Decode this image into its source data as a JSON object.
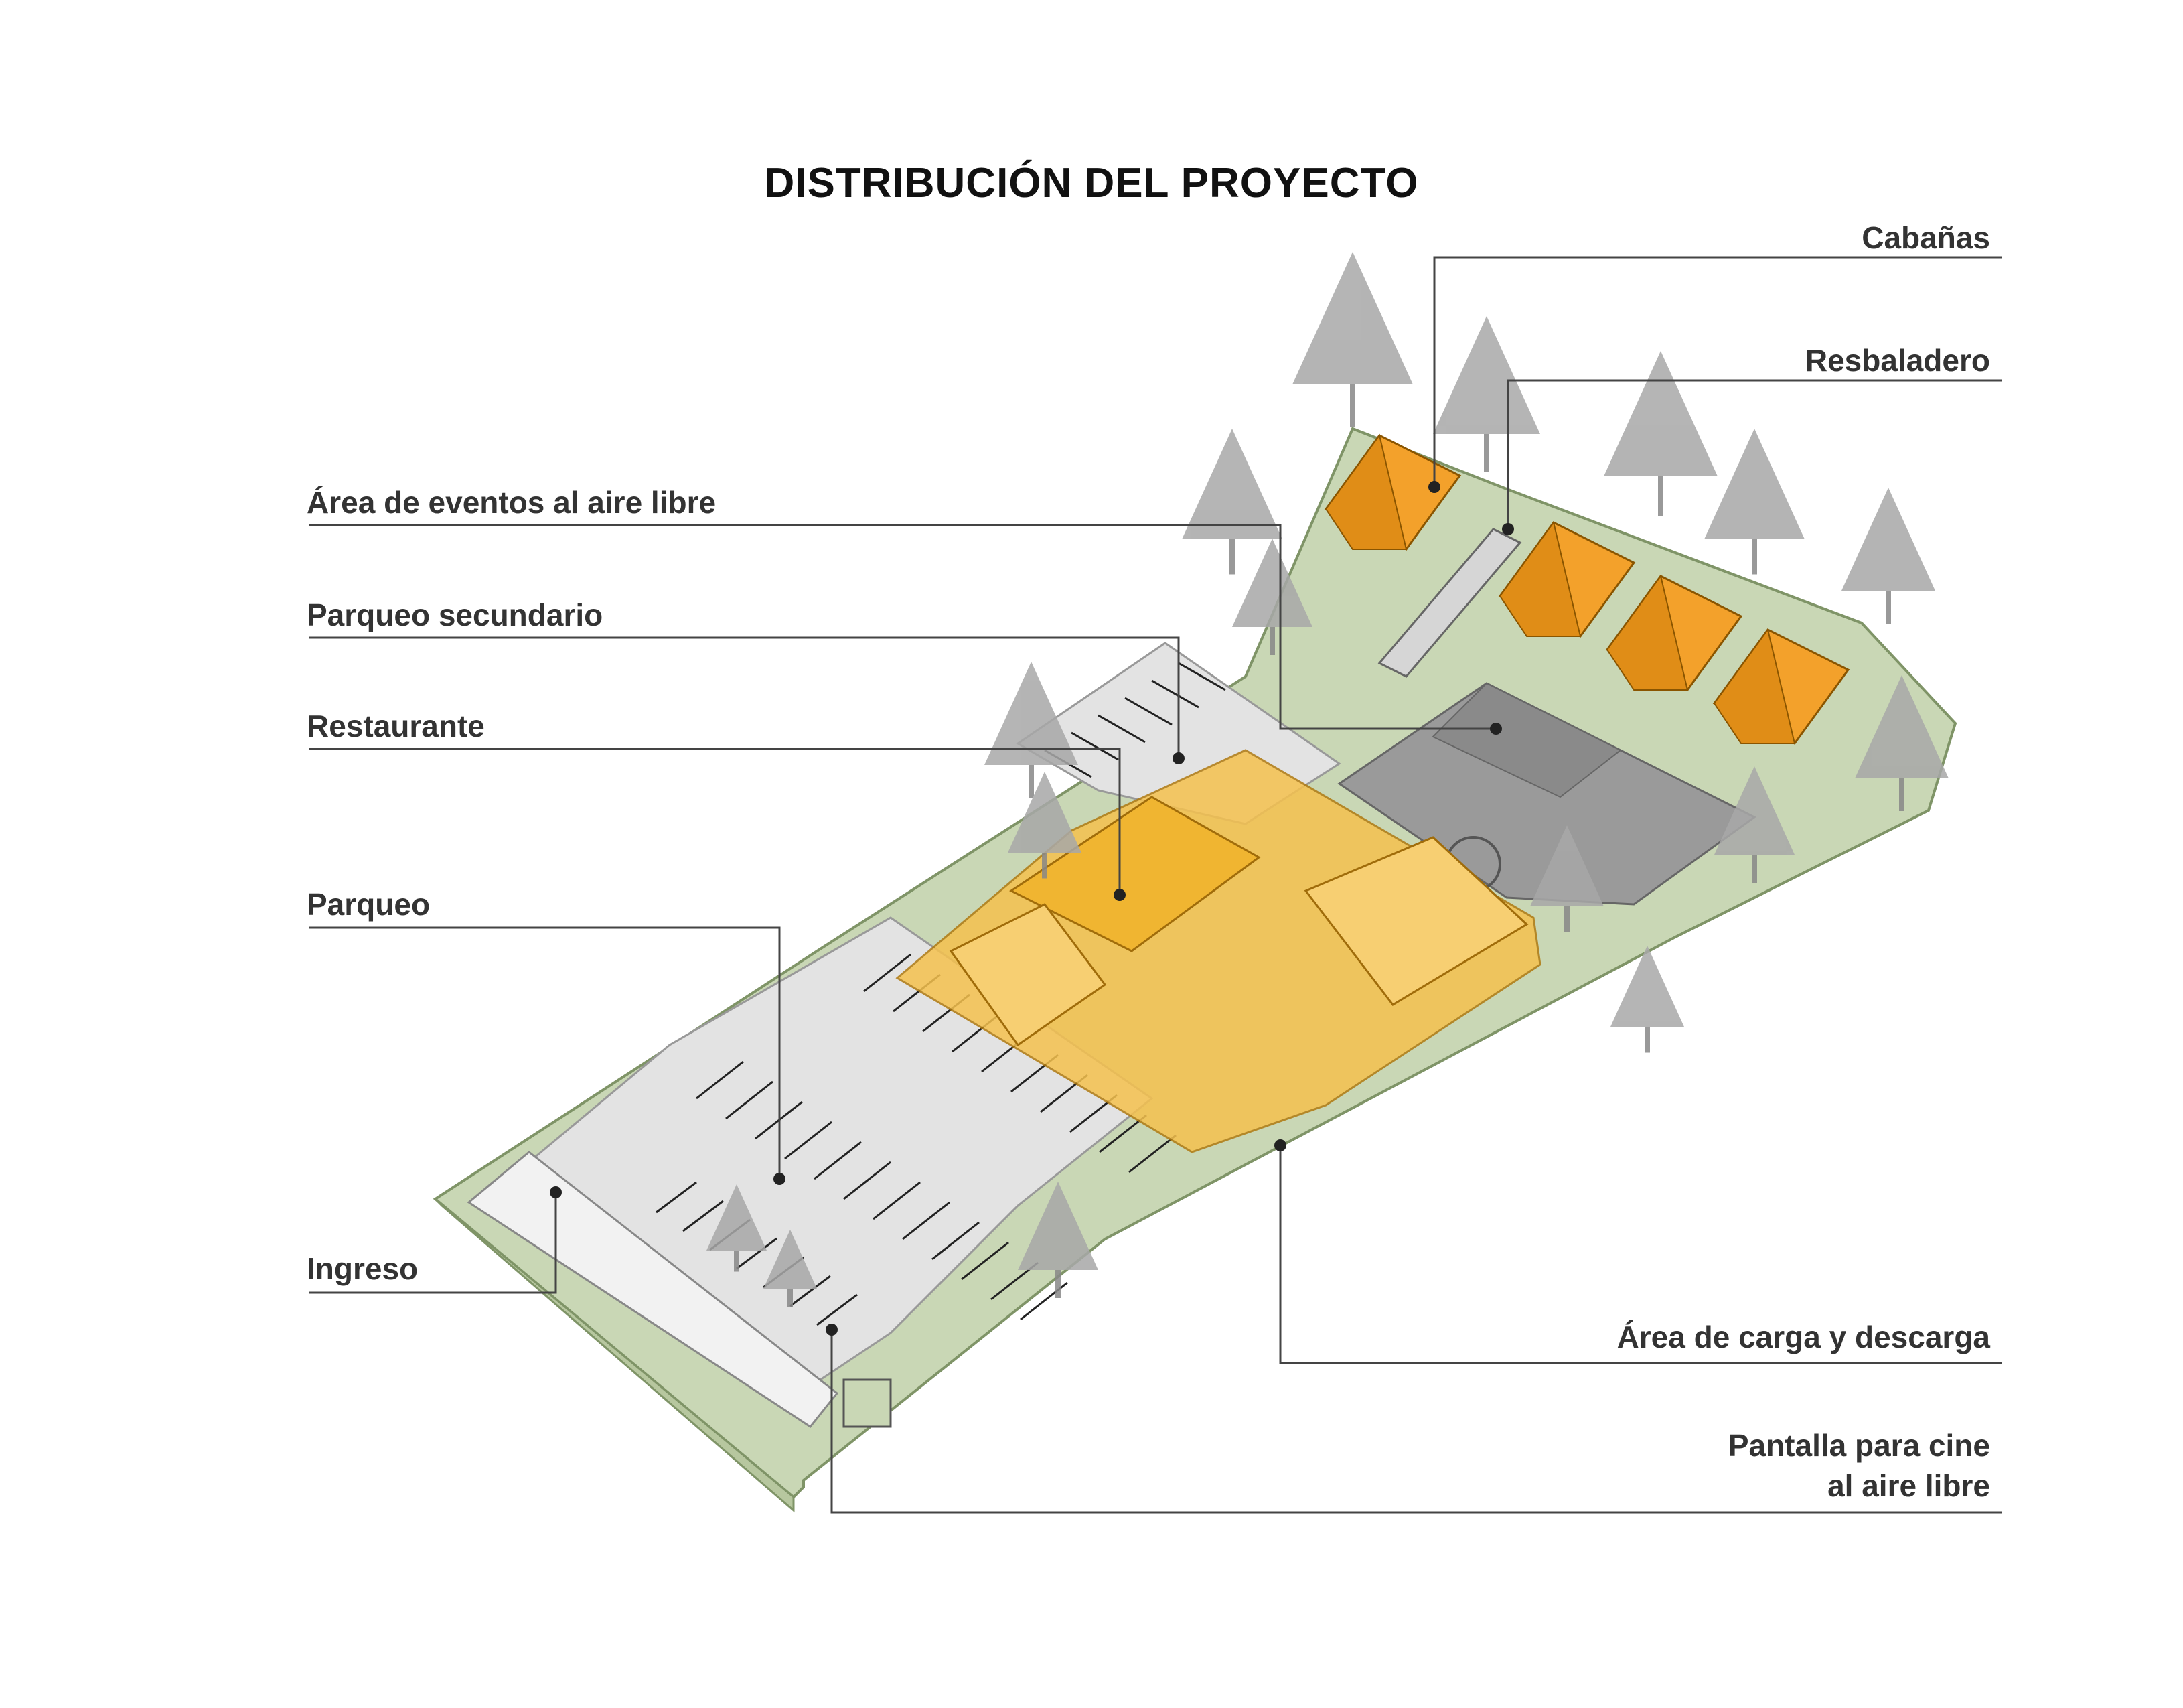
{
  "title": "DISTRIBUCIÓN DEL PROYECTO",
  "labels": {
    "cabanas": "Cabañas",
    "resbaladero": "Resbaladero",
    "eventos": "Área de eventos al aire libre",
    "parqueo_secundario": "Parqueo secundario",
    "restaurante": "Restaurante",
    "parqueo": "Parqueo",
    "ingreso": "Ingreso",
    "carga": "Área de carga y descarga",
    "pantalla_line1": "Pantalla para cine",
    "pantalla_line2": "al aire libre"
  },
  "colors": {
    "terrain": "#c9d7b5",
    "terrain_edge": "#7f9467",
    "paving": "#e3e3e3",
    "restaurant": "#f5c14e",
    "restaurant_dark": "#d89a20",
    "cabin": "#f3a12b",
    "cabin_dark": "#c97a10",
    "events_roof": "#9a9a9a",
    "trees": "#a8a8a8",
    "leader": "#444444"
  }
}
